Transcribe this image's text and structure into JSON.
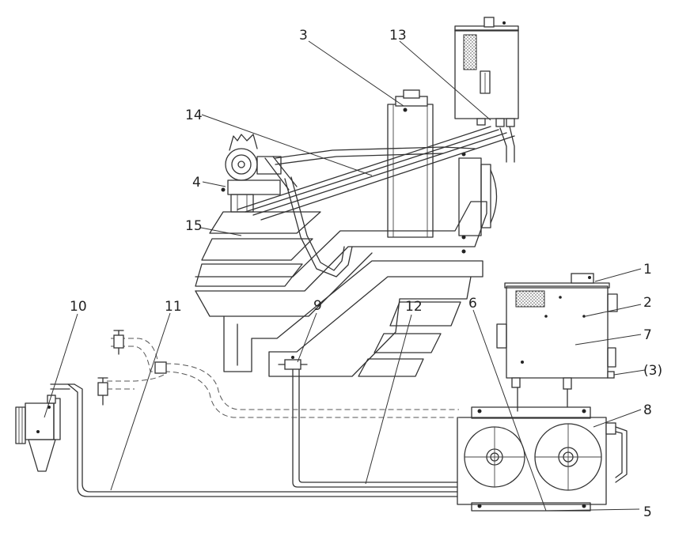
{
  "callouts": [
    {
      "id": "c1",
      "text": "1"
    },
    {
      "id": "c2",
      "text": "2"
    },
    {
      "id": "c3",
      "text": "3"
    },
    {
      "id": "c3b",
      "text": "(3)"
    },
    {
      "id": "c4",
      "text": "4"
    },
    {
      "id": "c5",
      "text": "5"
    },
    {
      "id": "c6",
      "text": "6"
    },
    {
      "id": "c7",
      "text": "7"
    },
    {
      "id": "c8",
      "text": "8"
    },
    {
      "id": "c9",
      "text": "9"
    },
    {
      "id": "c10",
      "text": "10"
    },
    {
      "id": "c11",
      "text": "11"
    },
    {
      "id": "c12",
      "text": "12"
    },
    {
      "id": "c13",
      "text": "13"
    },
    {
      "id": "c14",
      "text": "14"
    },
    {
      "id": "c15",
      "text": "15"
    }
  ]
}
